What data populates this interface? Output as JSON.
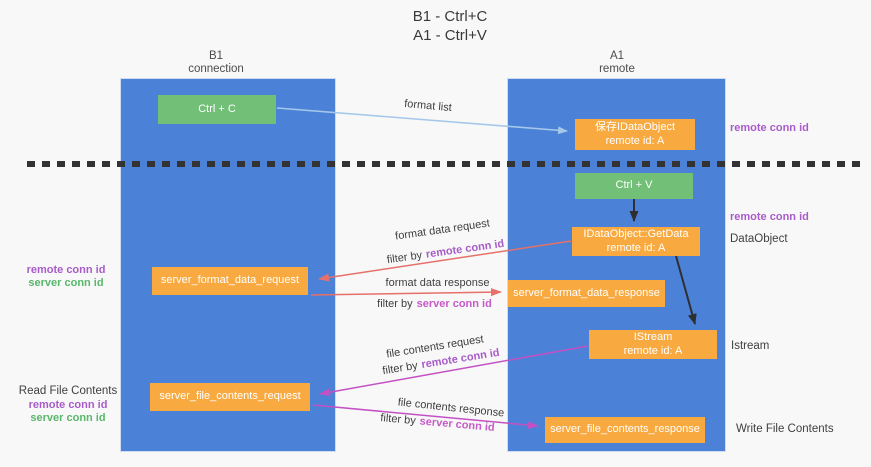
{
  "title": {
    "line1": "B1 - Ctrl+C",
    "line2": "A1 - Ctrl+V"
  },
  "lifelines": {
    "b1": {
      "name": "B1",
      "role": "connection"
    },
    "a1": {
      "name": "A1",
      "role": "remote"
    }
  },
  "nodes": {
    "ctrl_c": "Ctrl + C",
    "ctrl_v": "Ctrl + V",
    "saved_idataobject": {
      "line1": "保存IDataObject",
      "line2": "remote id: A"
    },
    "getdata": {
      "line1": "IDataObject::GetData",
      "line2": "remote id: A"
    },
    "istream": {
      "line1": "IStream",
      "line2": "remote id: A"
    },
    "server_format_data_request": "server_format_data_request",
    "server_format_data_response": "server_format_data_response",
    "server_file_contents_request": "server_file_contents_request",
    "server_file_contents_response": "server_file_contents_response"
  },
  "flow_labels": {
    "format_list": "format list",
    "format_data_request": {
      "text": "format data request",
      "filter_prefix": "filter by",
      "filter_key": "remote conn id"
    },
    "format_data_response": {
      "text": "format data response",
      "filter_prefix": "filter by",
      "filter_key": "server conn id"
    },
    "file_contents_request": {
      "text": "file contents request",
      "filter_prefix": "filter by",
      "filter_key": "remote conn id"
    },
    "file_contents_response": {
      "text": "file contents response",
      "filter_prefix": "filter by",
      "filter_key": "server conn id"
    }
  },
  "side_labels": {
    "remote_conn_id": "remote conn id",
    "server_conn_id": "server conn id",
    "dataobject": "DataObject",
    "istream": "Istream",
    "read_file_contents": "Read File Contents",
    "write_file_contents": "Write File Contents"
  },
  "colors": {
    "lane_blue": "#4b81d7",
    "green_box": "#72c078",
    "orange_box": "#f8a940",
    "arrow_light_blue": "#a5c8ea",
    "arrow_red": "#e5716a",
    "arrow_magenta": "#c451c4",
    "arrow_black": "#2f2f2f",
    "label_purple": "#a85cc9",
    "label_green": "#58b76a",
    "label_magenta": "#c65ac6"
  }
}
